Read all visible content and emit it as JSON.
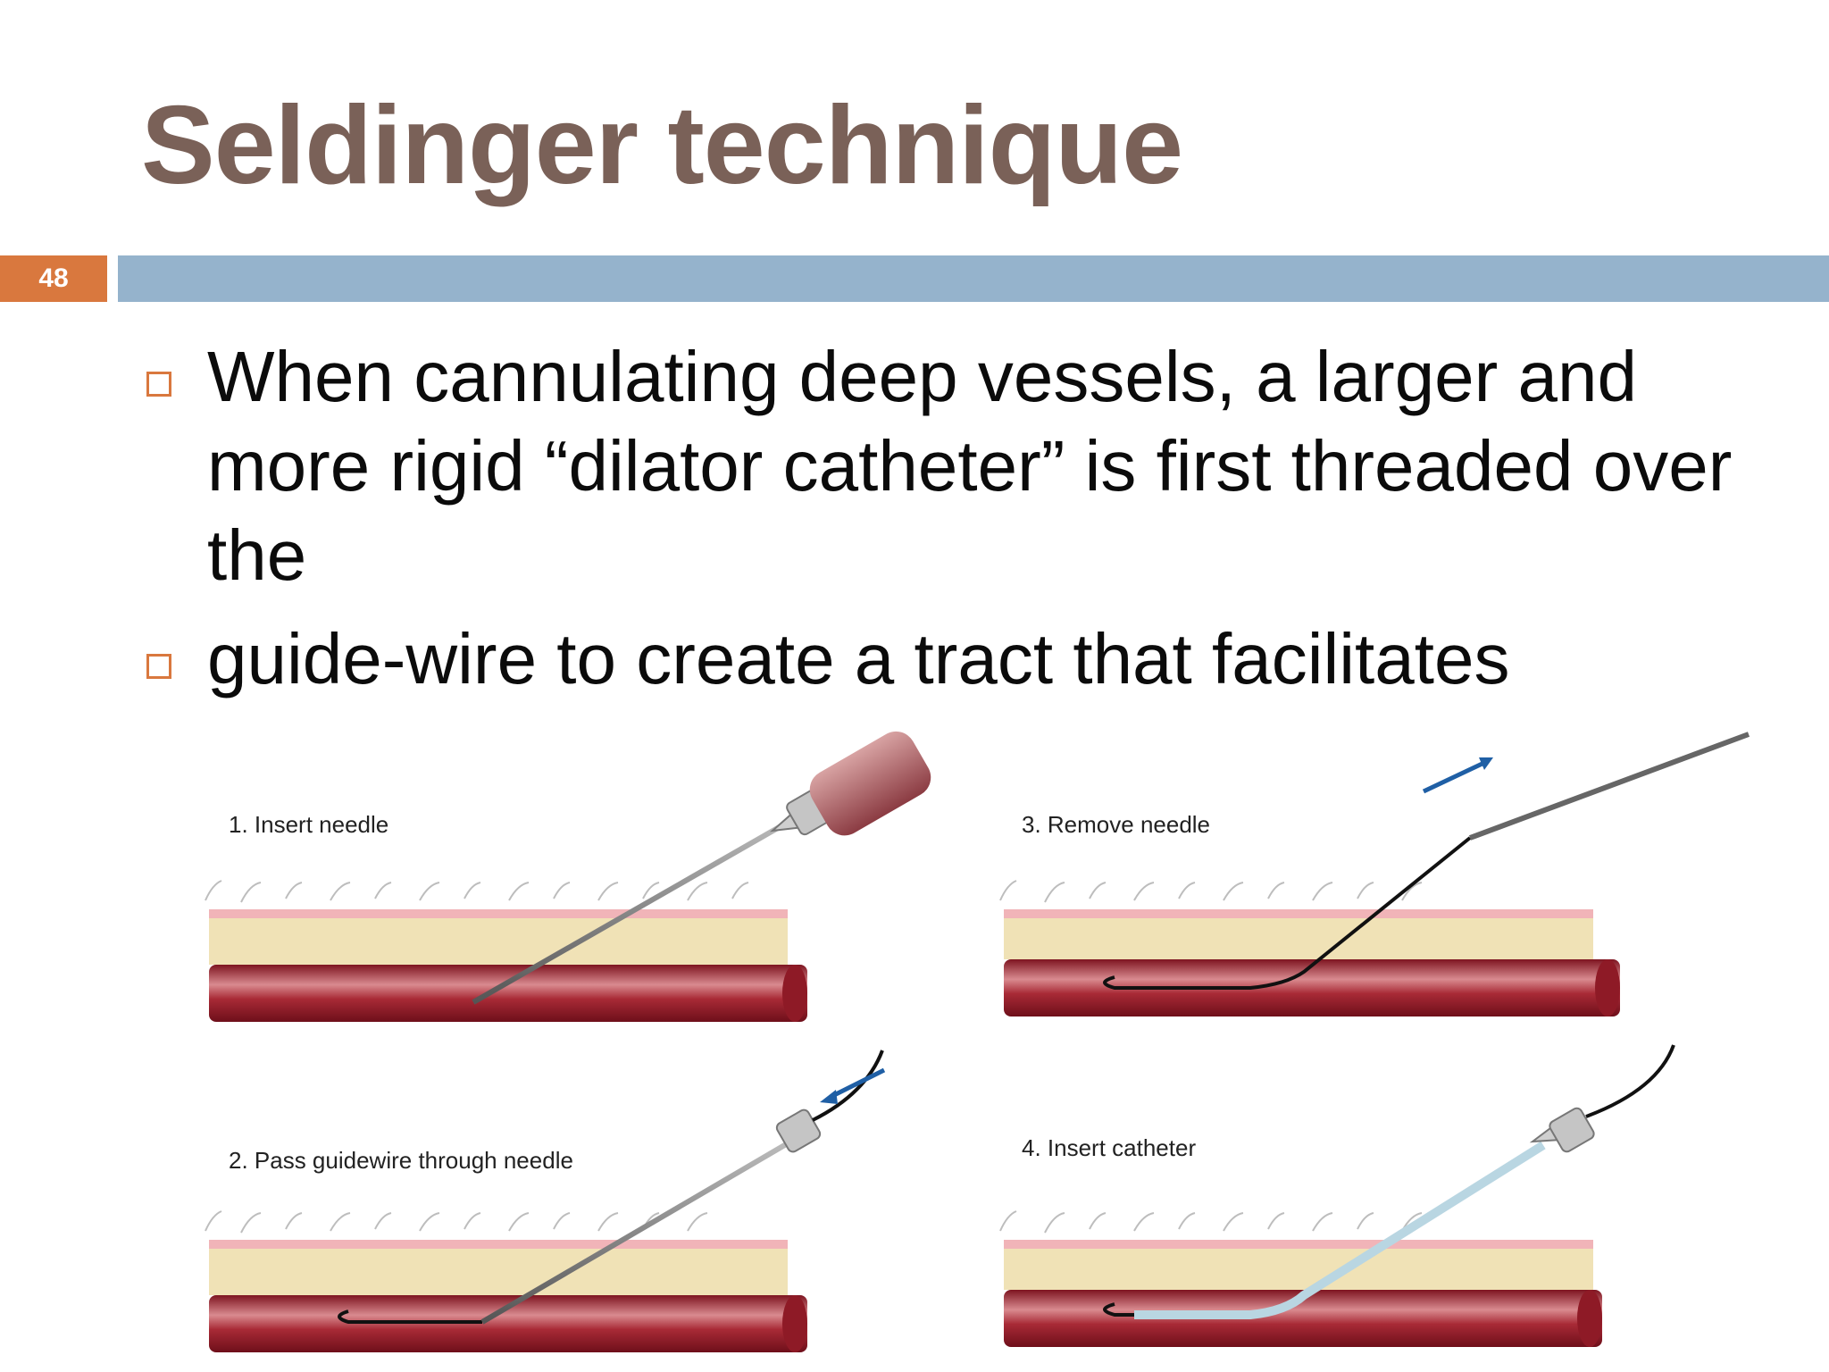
{
  "slide": {
    "title": "Seldinger technique",
    "number": "48",
    "bullets": [
      "When cannulating deep vessels, a larger and more rigid “dilator catheter” is first threaded over the",
      "guide-wire to create a tract that facilitates"
    ]
  },
  "figure": {
    "panels": [
      {
        "label": "1. Insert needle"
      },
      {
        "label": "3. Remove needle"
      },
      {
        "label": "2. Pass guidewire through needle"
      },
      {
        "label": "4. Insert catheter"
      }
    ]
  },
  "colors": {
    "title": "#7a6158",
    "accent": "#d9783e",
    "rule": "#95b3cc",
    "vessel": "#9c1f2c",
    "fat": "#efe0b0",
    "arrow": "#1f5fa5"
  }
}
